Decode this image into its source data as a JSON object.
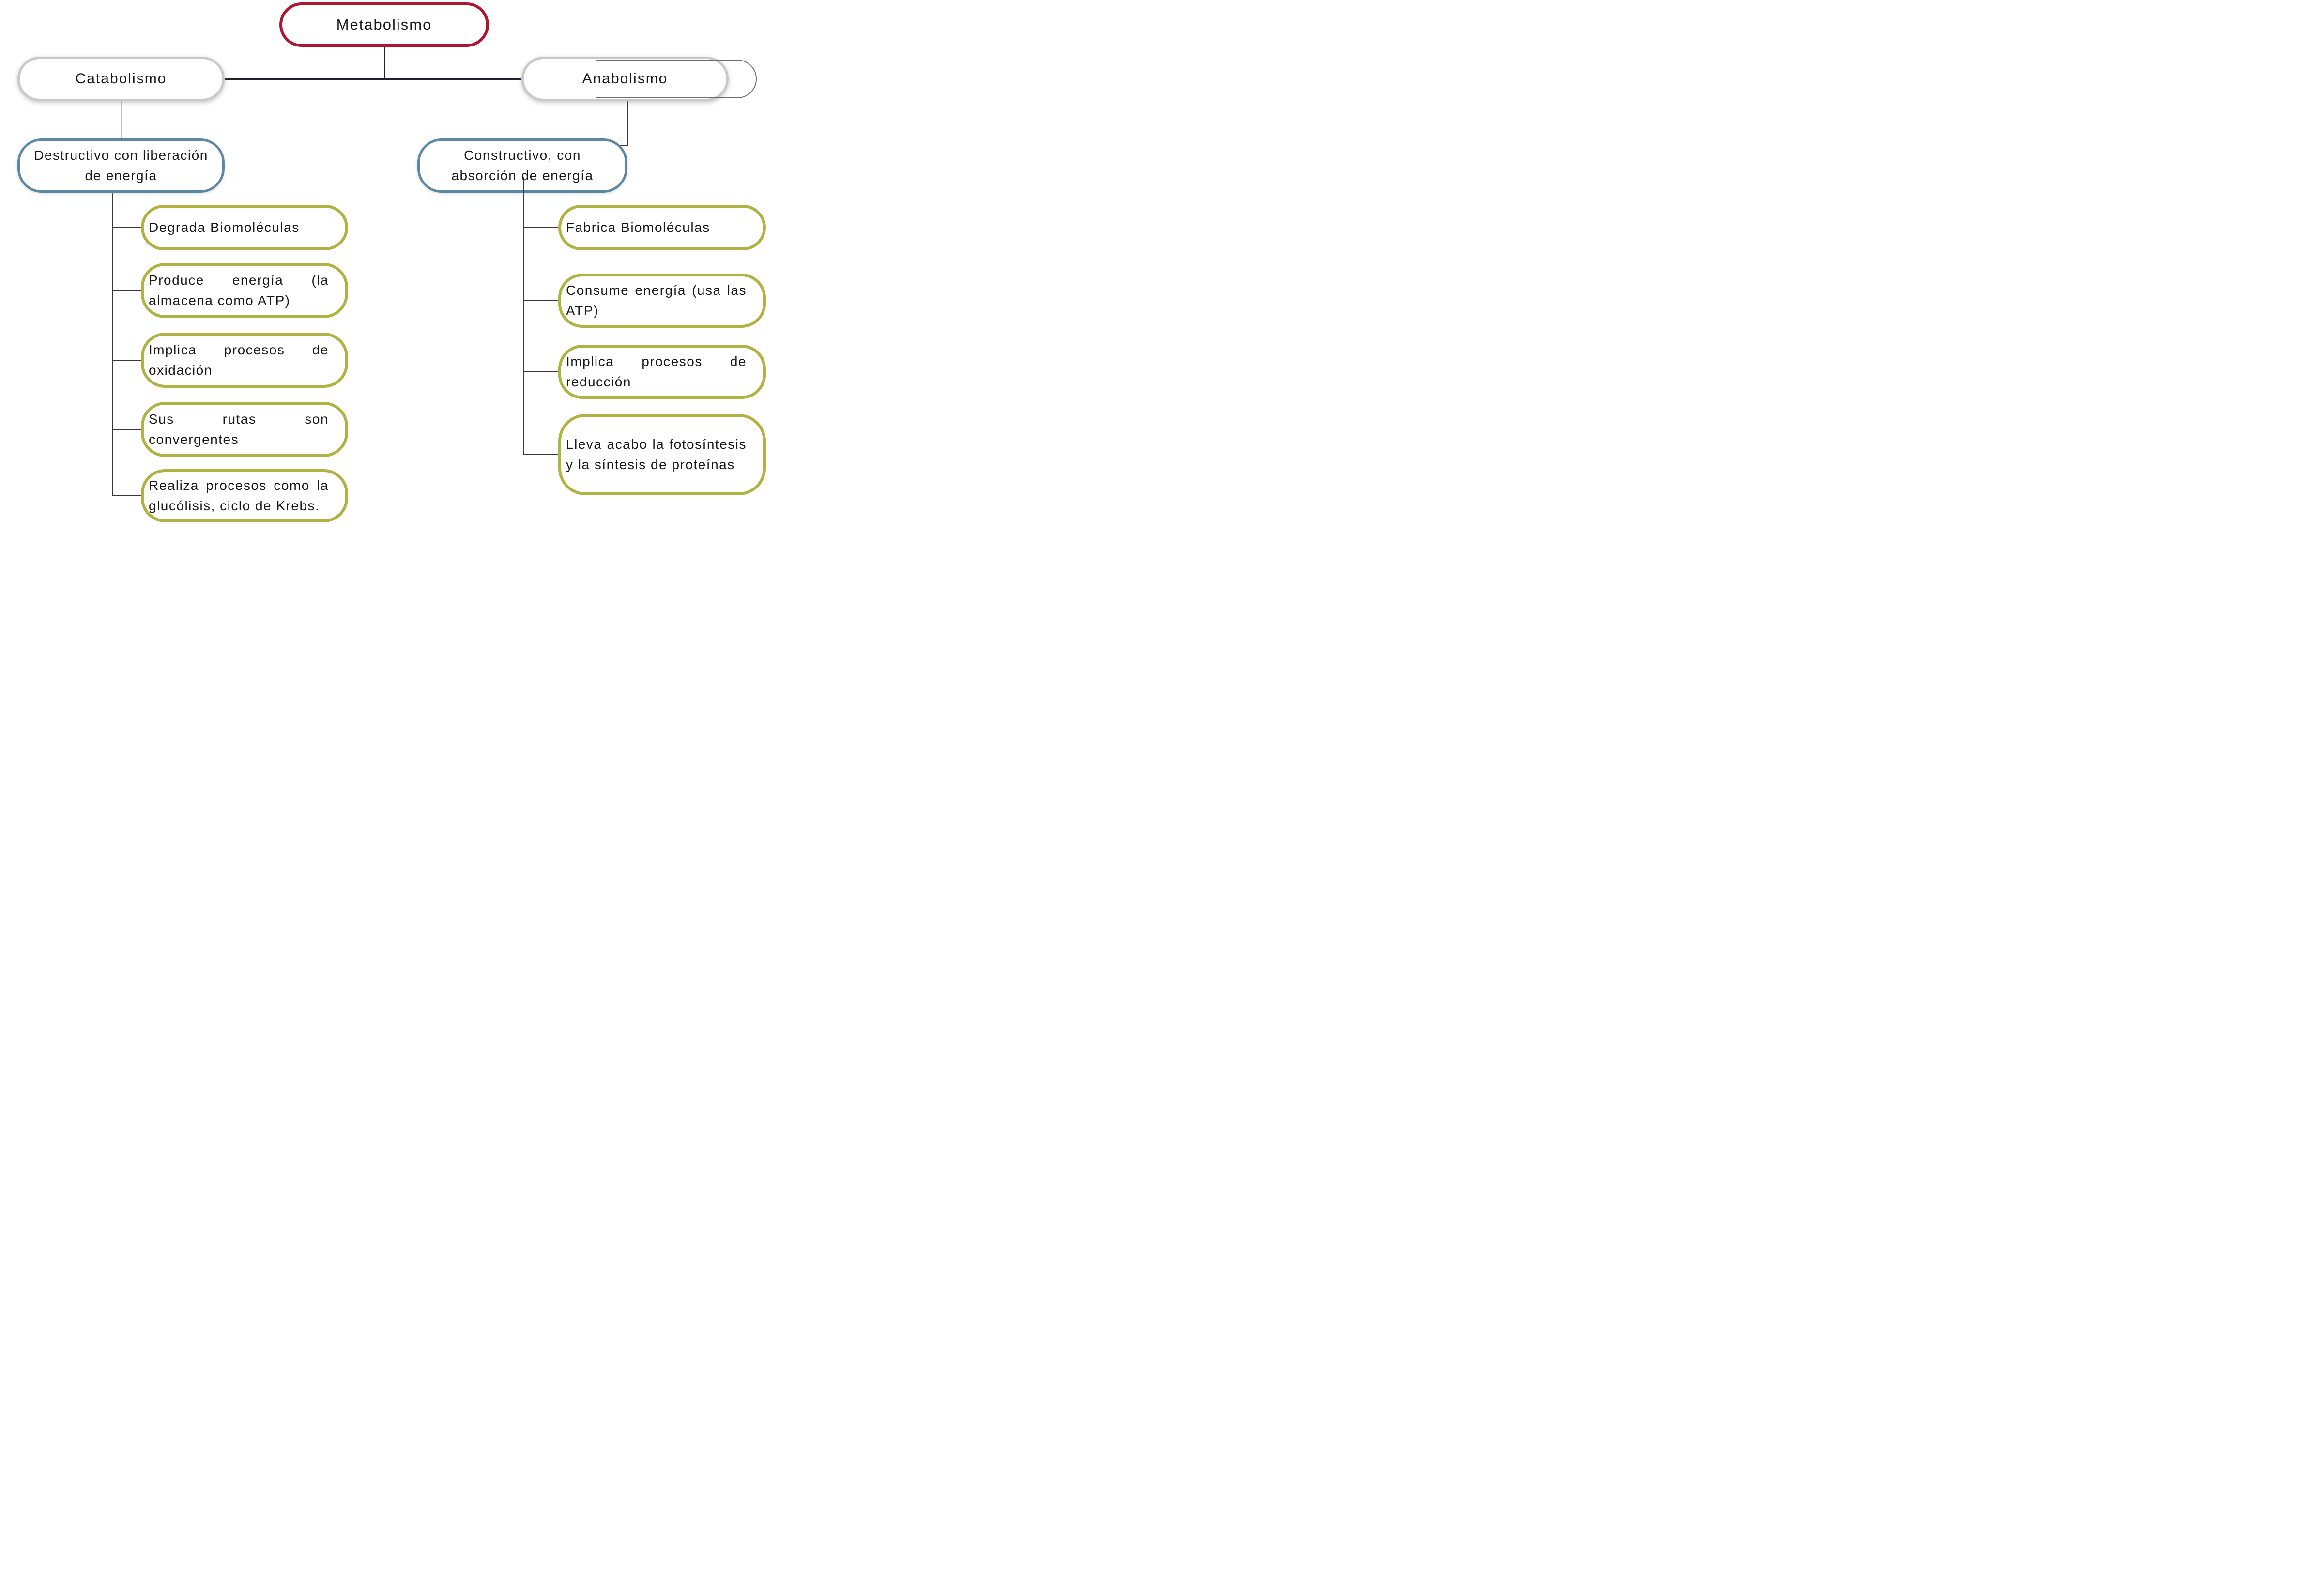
{
  "diagram": {
    "title_node": {
      "label": "Metabolismo"
    },
    "branches": [
      {
        "label": "Catabolismo",
        "definition": "Destructivo con liberación de energía",
        "items": [
          "Degrada Biomoléculas",
          "Produce energía (la almacena como ATP)",
          "Implica procesos de oxidación",
          "Sus rutas son convergentes",
          "Realiza procesos como la glucólisis, ciclo de Krebs."
        ]
      },
      {
        "label": "Anabolismo",
        "definition": "Constructivo, con absorción de energía",
        "items": [
          "Fabrica Biomoléculas",
          "Consume energía (usa las ATP)",
          "Implica procesos de reducción",
          "Lleva acabo la fotosíntesis y la síntesis de proteínas"
        ]
      }
    ],
    "colors": {
      "root_border": "#b0142f",
      "branch_border": "#c9c9c9",
      "branch_ghost_outline": "#6f6b68",
      "definition_border": "#5d87a3",
      "item_border": "#b0b342",
      "connector_dark": "#241f2e",
      "connector_mid": "#3c3545",
      "connector_light": "#bfbfc7",
      "text": "#171717",
      "background": "#ffffff"
    }
  }
}
